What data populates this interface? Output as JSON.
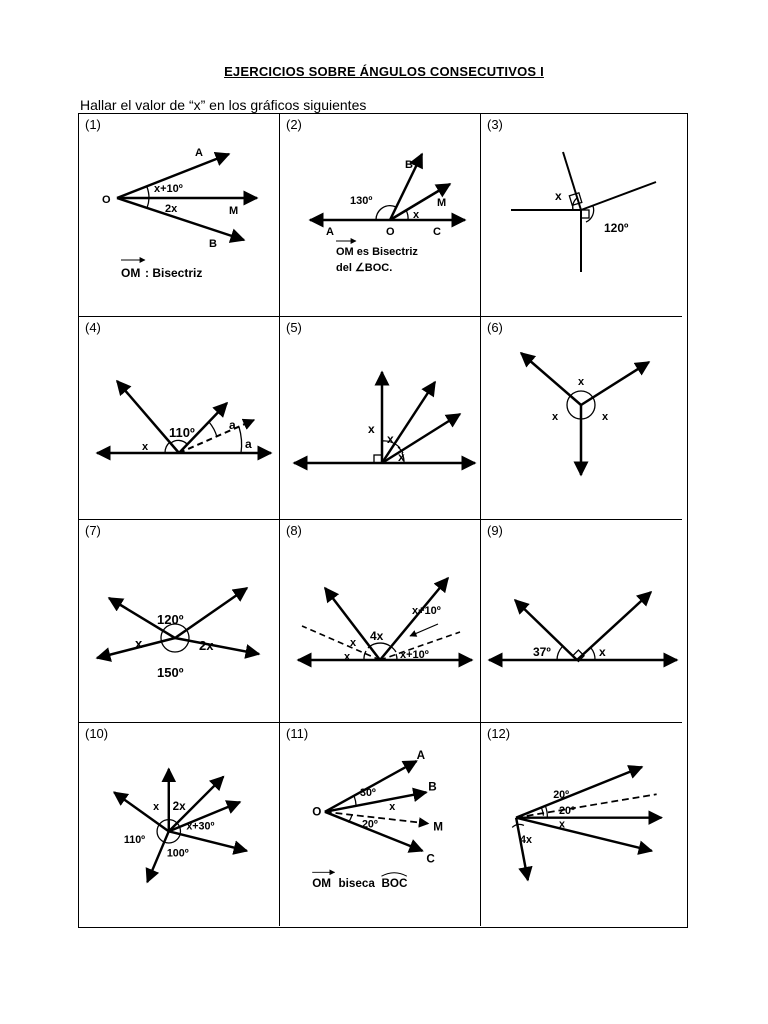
{
  "page": {
    "title": "EJERCICIOS SOBRE ÁNGULOS CONSECUTIVOS I",
    "instruction": "Hallar el valor de “x” en los gráficos siguientes"
  },
  "exercises": [
    {
      "number": "(1)",
      "labels": {
        "o": "O",
        "a": "A",
        "m": "M",
        "b": "B",
        "top_angle": "x+10º",
        "bottom_angle": "2x",
        "om_vec": "OM",
        "caption": ": Bisectriz"
      }
    },
    {
      "number": "(2)",
      "labels": {
        "b": "B",
        "m": "M",
        "a": "A",
        "o": "O",
        "c": "C",
        "angle": "130º",
        "x": "x",
        "line1": "OM es Bisectriz",
        "line2": "del ∠BOC."
      }
    },
    {
      "number": "(3)",
      "labels": {
        "x": "x",
        "angle": "120º"
      }
    },
    {
      "number": "(4)",
      "labels": {
        "angle": "110º",
        "x": "x",
        "a1": "a",
        "a2": "a"
      }
    },
    {
      "number": "(5)",
      "labels": {
        "x1": "x",
        "x2": "x",
        "x3": "x"
      }
    },
    {
      "number": "(6)",
      "labels": {
        "x1": "x",
        "x2": "x",
        "x3": "x"
      }
    },
    {
      "number": "(7)",
      "labels": {
        "top": "120º",
        "left": "x",
        "right": "2x",
        "bottom": "150º"
      }
    },
    {
      "number": "(8)",
      "labels": {
        "center": "4x",
        "x1": "x",
        "x2": "x",
        "r1": "x+10º",
        "r2": "x+10º"
      }
    },
    {
      "number": "(9)",
      "labels": {
        "angle": "37º",
        "x": "x"
      }
    },
    {
      "number": "(10)",
      "labels": {
        "x": "x",
        "two_x": "2x",
        "x30": "x+30º",
        "a110": "110º",
        "a100": "100º"
      }
    },
    {
      "number": "(11)",
      "labels": {
        "o": "O",
        "a": "A",
        "b": "B",
        "m": "M",
        "c": "C",
        "a30": "30º",
        "x": "x",
        "a20": "20º",
        "om_vec": "OM",
        "caption": "biseca",
        "boc": "BOC"
      }
    },
    {
      "number": "(12)",
      "labels": {
        "a20a": "20º",
        "a20b": "20º",
        "x": "x",
        "fourx": "4x"
      }
    }
  ]
}
